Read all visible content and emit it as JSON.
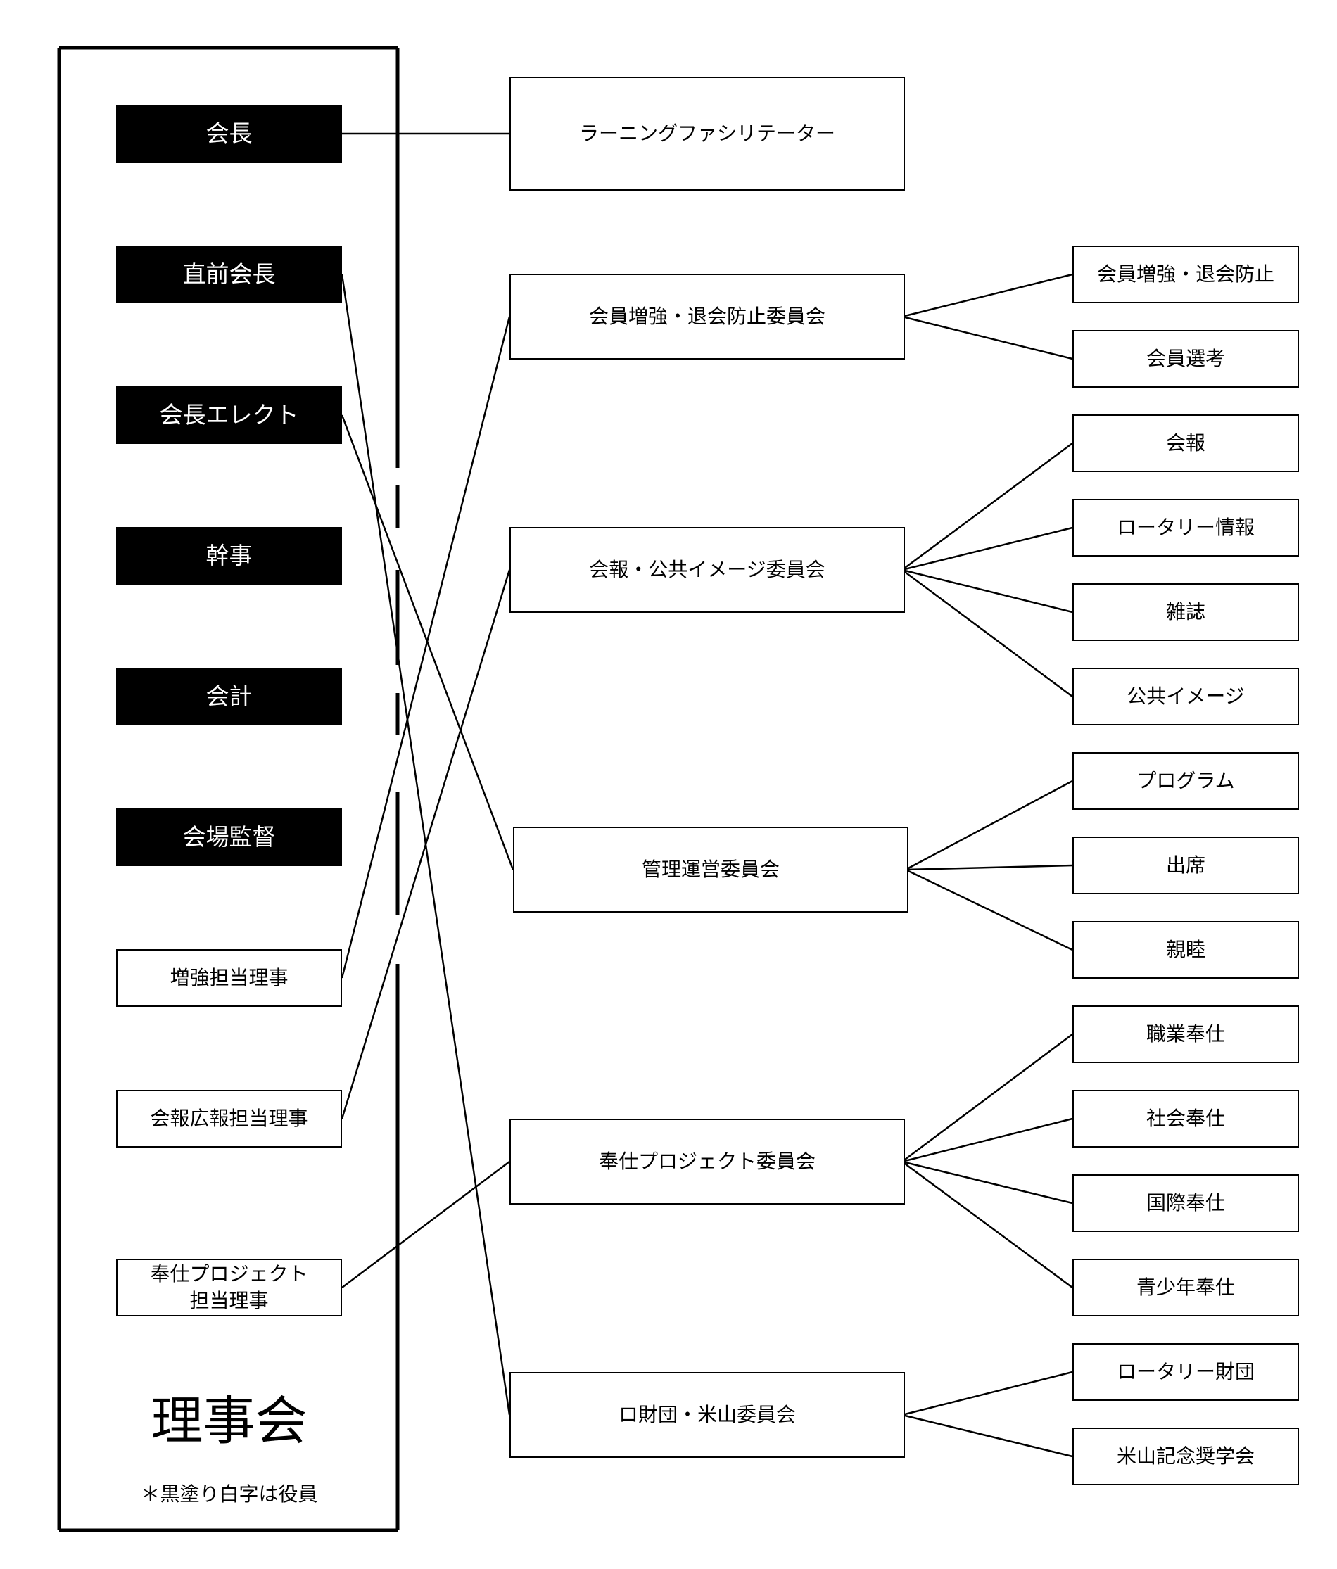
{
  "board": {
    "title": "理事会",
    "note": "＊黒塗り白字は役員"
  },
  "officers": [
    {
      "id": "president",
      "label": "会長"
    },
    {
      "id": "past_president",
      "label": "直前会長"
    },
    {
      "id": "president_elect",
      "label": "会長エレクト"
    },
    {
      "id": "secretary",
      "label": "幹事"
    },
    {
      "id": "treasurer",
      "label": "会計"
    },
    {
      "id": "sergeant",
      "label": "会場監督"
    }
  ],
  "directors": [
    {
      "id": "membership_director",
      "label": "増強担当理事"
    },
    {
      "id": "pr_director",
      "label": "会報広報担当理事"
    },
    {
      "id": "service_director",
      "label": "奉仕プロジェクト\n担当理事"
    }
  ],
  "learning_facilitator": {
    "label": "ラーニングファシリテーター"
  },
  "committees": [
    {
      "id": "membership",
      "label": "会員増強・退会防止委員会",
      "subs": [
        "会員増強・退会防止",
        "会員選考"
      ]
    },
    {
      "id": "pr",
      "label": "会報・公共イメージ委員会",
      "subs": [
        "会報",
        "ロータリー情報",
        "雑誌",
        "公共イメージ"
      ]
    },
    {
      "id": "admin",
      "label": "管理運営委員会",
      "subs": [
        "プログラム",
        "出席",
        "親睦"
      ]
    },
    {
      "id": "service",
      "label": "奉仕プロジェクト委員会",
      "subs": [
        "職業奉仕",
        "社会奉仕",
        "国際奉仕",
        "青少年奉仕"
      ]
    },
    {
      "id": "foundation",
      "label": "ロ財団・米山委員会",
      "subs": [
        "ロータリー財団",
        "米山記念奨学会"
      ]
    }
  ],
  "links": [
    {
      "from": "president",
      "to": "learning_facilitator"
    },
    {
      "from": "past_president",
      "to": "foundation"
    },
    {
      "from": "president_elect",
      "to": "admin"
    },
    {
      "from": "membership_director",
      "to": "membership"
    },
    {
      "from": "pr_director",
      "to": "pr"
    },
    {
      "from": "service_director",
      "to": "service"
    }
  ]
}
